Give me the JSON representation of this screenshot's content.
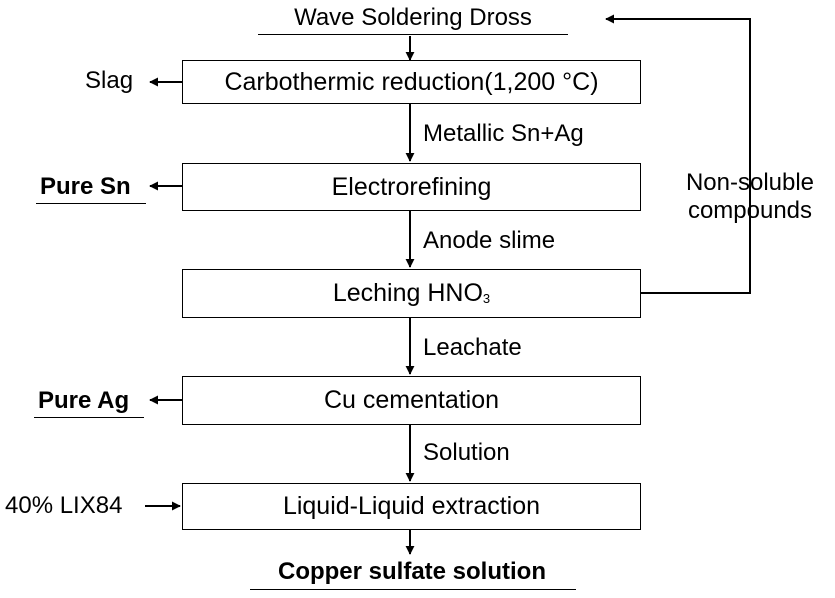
{
  "input": {
    "label": "Wave Soldering Dross"
  },
  "steps": [
    {
      "label": "Carbothermic reduction(1,200 °C)"
    },
    {
      "label": "Electrorefining"
    },
    {
      "label": "Leching HNO",
      "sub": "3"
    },
    {
      "label": "Cu cementation"
    },
    {
      "label": "Liquid-Liquid extraction"
    }
  ],
  "flows": {
    "f1": "Metallic Sn+Ag",
    "f2": "Anode slime",
    "f3": "Leachate",
    "f4": "Solution"
  },
  "side": {
    "slag": "Slag",
    "pure_sn": "Pure Sn",
    "pure_ag": "Pure Ag",
    "lix": "40% LIX84"
  },
  "recycle": {
    "line1": "Non-soluble",
    "line2": "compounds"
  },
  "output": {
    "label": "Copper sulfate solution"
  }
}
